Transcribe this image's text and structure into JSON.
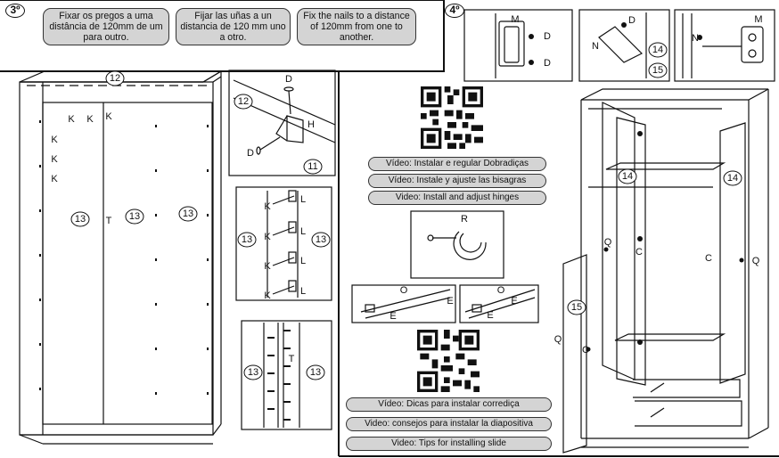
{
  "steps": {
    "step3": "3º",
    "step4": "4º"
  },
  "notes": {
    "pt": "Fixar os pregos a uma distância de 120mm de um para outro.",
    "es": "Fijar las uñas a un distancia de 120 mm uno a otro.",
    "en": "Fix the nails to a distance of 120mm from one to another."
  },
  "videos_hinges": [
    "Vídeo: Instalar e regular Dobradiças",
    "Vídeo: Instale y ajuste las bisagras",
    "Video: Install and adjust hinges"
  ],
  "videos_slides": [
    "Vídeo: Dicas para instalar corrediça",
    "Video: consejos para instalar la diapositiva",
    "Video: Tips for installing slide"
  ],
  "parts": {
    "p11": "11",
    "p12": "12",
    "p13": "13",
    "p14": "14",
    "p15": "15",
    "C": "C",
    "D": "D",
    "E": "E",
    "H": "H",
    "K": "K",
    "L": "L",
    "M": "M",
    "N": "N",
    "O": "O",
    "Q": "Q",
    "R": "R",
    "T": "T"
  },
  "colors": {
    "label_bg": "#d4d4d4",
    "line": "#111111"
  }
}
